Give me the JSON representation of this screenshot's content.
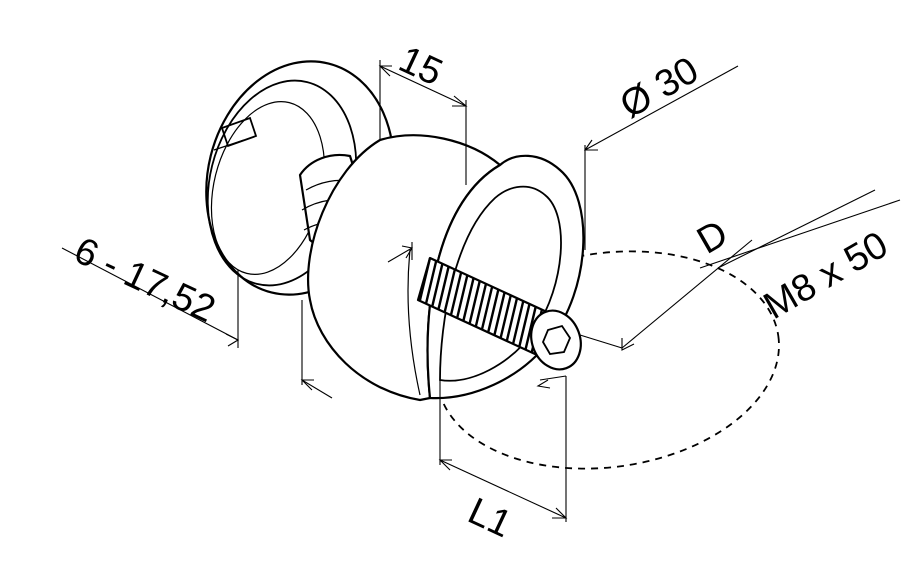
{
  "dimensions": {
    "width_label": "15",
    "diameter_label": "Ø 30",
    "d_label": "D",
    "bolt_label": "M8 x 50",
    "thickness_label": "6 - 17,52",
    "length_label": "L1"
  }
}
